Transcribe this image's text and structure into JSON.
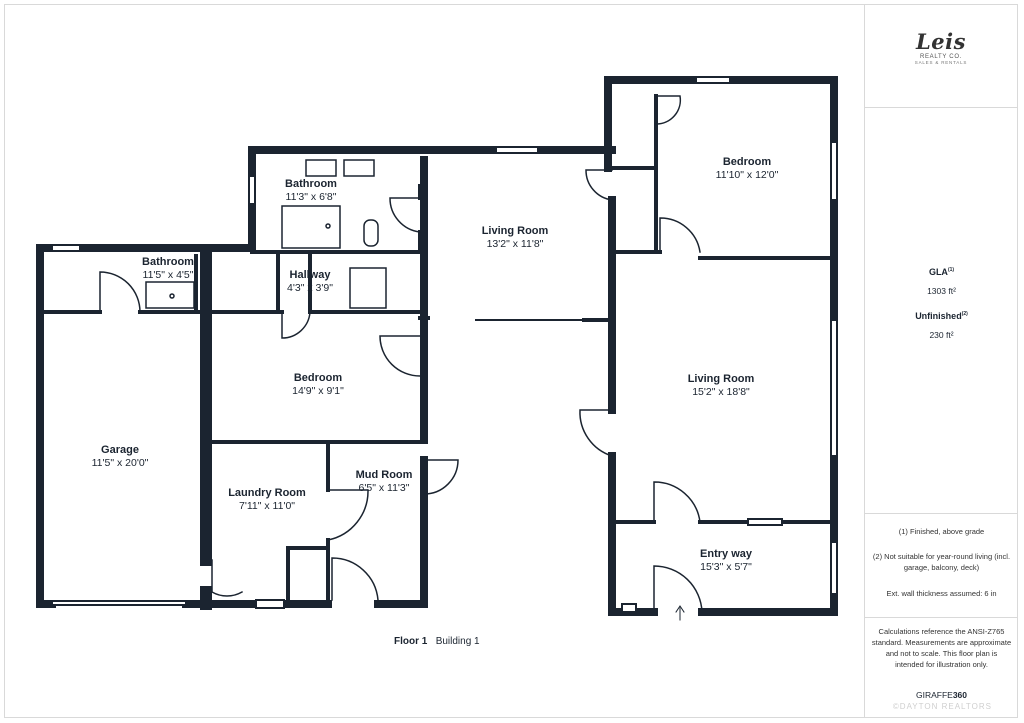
{
  "brand": {
    "logo_text": "Leis",
    "logo_line1": "REALTY CO.",
    "logo_line2": "SALES & RENTALS"
  },
  "rooms": [
    {
      "id": "bathroom-1",
      "name": "Bathroom",
      "dims": "11'3\" x 6'8\""
    },
    {
      "id": "bathroom-2",
      "name": "Bathroom",
      "dims": "11'5\" x 4'5\""
    },
    {
      "id": "hallway",
      "name": "Hallway",
      "dims": "4'3\" x 3'9\""
    },
    {
      "id": "living-room-1",
      "name": "Living Room",
      "dims": "13'2\" x 11'8\""
    },
    {
      "id": "bedroom-1",
      "name": "Bedroom",
      "dims": "11'10\" x 12'0\""
    },
    {
      "id": "bedroom-2",
      "name": "Bedroom",
      "dims": "14'9\" x 9'1\""
    },
    {
      "id": "garage",
      "name": "Garage",
      "dims": "11'5\" x 20'0\""
    },
    {
      "id": "laundry-room",
      "name": "Laundry Room",
      "dims": "7'11\" x 11'0\""
    },
    {
      "id": "mud-room",
      "name": "Mud Room",
      "dims": "6'5\" x 11'3\""
    },
    {
      "id": "living-room-2",
      "name": "Living Room",
      "dims": "15'2\" x 18'8\""
    },
    {
      "id": "entry-way",
      "name": "Entry way",
      "dims": "15'3\" x 5'7\""
    }
  ],
  "floor_label": {
    "floor": "Floor 1",
    "building": "Building 1"
  },
  "summary": {
    "gla_label": "GLA",
    "gla_sup": "(1)",
    "gla_value": "1303 ft²",
    "unfinished_label": "Unfinished",
    "unfinished_sup": "(2)",
    "unfinished_value": "230 ft²"
  },
  "notes": {
    "note1": "(1) Finished, above grade",
    "note2": "(2) Not suitable for year-round living (incl. garage, balcony, deck)",
    "note3": "Ext. wall thickness assumed: 6 in"
  },
  "disclaimer": "Calculations reference the ANSI-Z765 standard. Measurements are approximate and not to scale. This floor plan is intended for illustration only.",
  "credit": {
    "prefix": "GIRAFFE",
    "suffix": "360"
  },
  "watermark": "©DAYTON REALTORS",
  "colors": {
    "wall": "#1b2430",
    "background": "#ffffff",
    "divider": "#d9d9d9"
  }
}
